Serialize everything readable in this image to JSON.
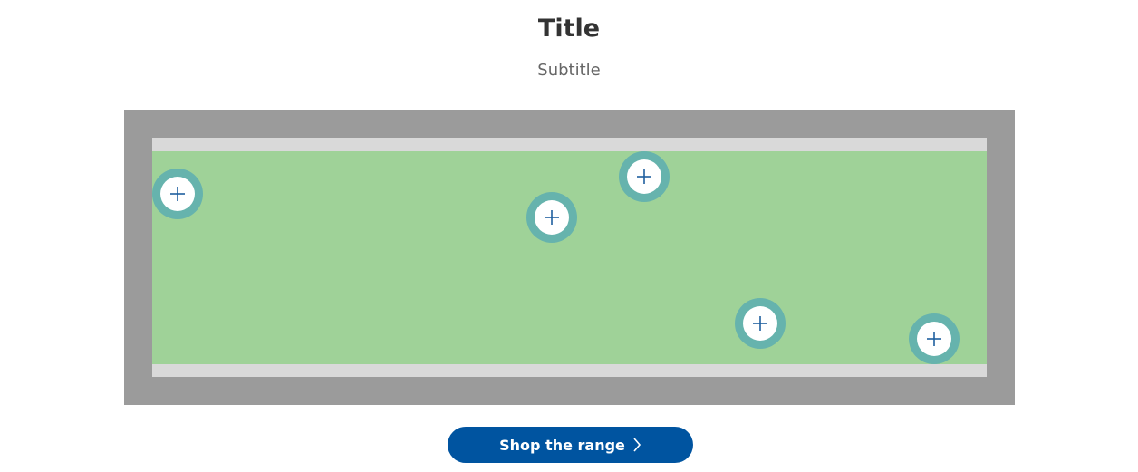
{
  "header": {
    "title": "Title",
    "subtitle": "Subtitle"
  },
  "hotspots": [
    {
      "icon": "plus-icon"
    },
    {
      "icon": "plus-icon"
    },
    {
      "icon": "plus-icon"
    },
    {
      "icon": "plus-icon"
    },
    {
      "icon": "plus-icon"
    }
  ],
  "cta": {
    "label": "Shop the range",
    "icon": "chevron-right-icon"
  },
  "colors": {
    "banner_frame": "#9b9b9b",
    "banner_strip": "#d9d9d9",
    "banner_image": "#9fd298",
    "hotspot_ring": "#66b3ad",
    "hotspot_icon": "#1f5f9f",
    "cta_background": "#0054a0",
    "cta_text": "#ffffff"
  }
}
